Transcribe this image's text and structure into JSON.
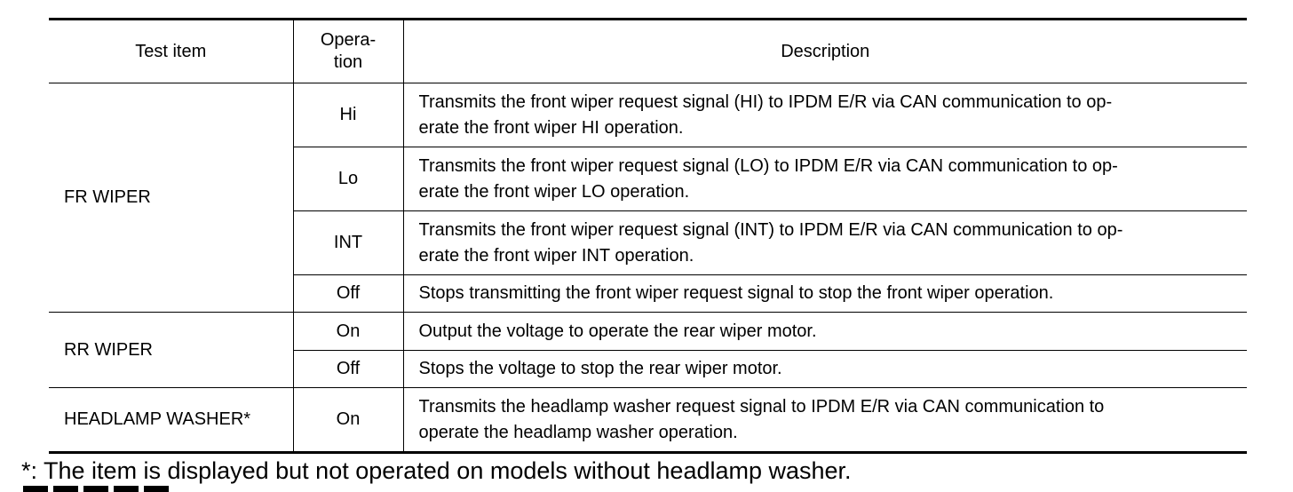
{
  "table": {
    "headers": {
      "test_item": "Test item",
      "operation_line1": "Opera-",
      "operation_line2": "tion",
      "description": "Description"
    },
    "groups": [
      {
        "test_item": "FR WIPER",
        "rows": [
          {
            "operation": "Hi",
            "description_line1": "Transmits the front wiper request signal (HI) to IPDM E/R via CAN communication to op-",
            "description_line2": "erate the front wiper HI operation."
          },
          {
            "operation": "Lo",
            "description_line1": "Transmits the front wiper request signal (LO) to IPDM E/R via CAN communication to op-",
            "description_line2": "erate the front wiper LO operation."
          },
          {
            "operation": "INT",
            "description_line1": "Transmits the front wiper request signal (INT) to IPDM E/R via CAN communication to op-",
            "description_line2": "erate the front wiper INT operation."
          },
          {
            "operation": "Off",
            "description_line1": "Stops transmitting the front wiper request signal to stop the front wiper operation."
          }
        ]
      },
      {
        "test_item": "RR WIPER",
        "rows": [
          {
            "operation": "On",
            "description_line1": "Output the voltage to operate the rear wiper motor."
          },
          {
            "operation": "Off",
            "description_line1": "Stops the voltage to stop the rear wiper motor."
          }
        ]
      },
      {
        "test_item": "HEADLAMP WASHER*",
        "rows": [
          {
            "operation": "On",
            "description_line1": "Transmits the headlamp washer request signal to IPDM E/R via CAN communication to",
            "description_line2": "operate the headlamp washer operation."
          }
        ]
      }
    ]
  },
  "footnote": "*: The item is displayed but not operated on models without headlamp washer."
}
